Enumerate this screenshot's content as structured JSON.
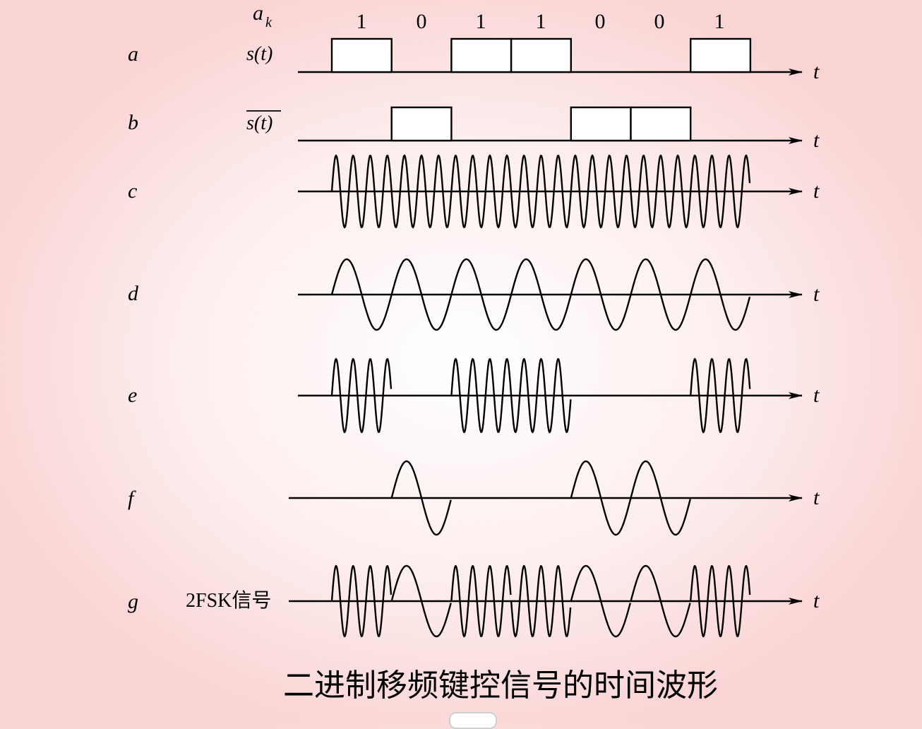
{
  "header": {
    "ak_label": "a",
    "ak_sub": "k",
    "bits": [
      "1",
      "0",
      "1",
      "1",
      "0",
      "0",
      "1"
    ]
  },
  "rows": [
    {
      "id": "a",
      "label": "a",
      "signal": "s(t)"
    },
    {
      "id": "b",
      "label": "b",
      "signal": "s(t)"
    },
    {
      "id": "c",
      "label": "c"
    },
    {
      "id": "d",
      "label": "d"
    },
    {
      "id": "e",
      "label": "e"
    },
    {
      "id": "f",
      "label": "f"
    },
    {
      "id": "g",
      "label": "g",
      "signal": "2FSK信号"
    }
  ],
  "axis_label": "t",
  "waveform": {
    "bits": [
      1,
      0,
      1,
      1,
      0,
      0,
      1
    ],
    "cycles_per_bit_high_freq": 3.5,
    "cycles_per_bit_low_freq": 1
  },
  "caption": "二进制移频键控信号的时间波形"
}
